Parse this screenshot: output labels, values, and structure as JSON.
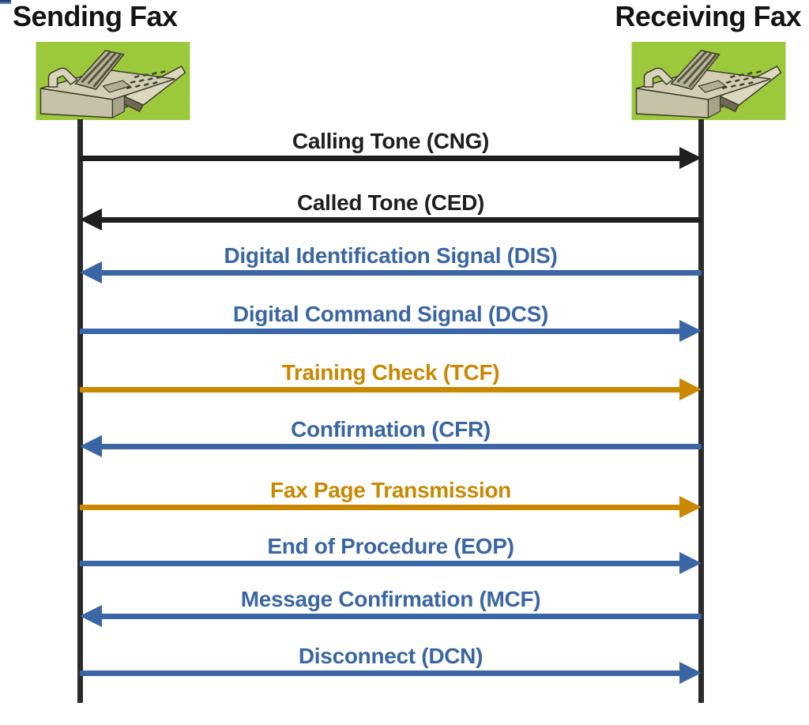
{
  "colors": {
    "black": "#1f1f1f",
    "blue": "#3A66A5",
    "orange": "#C98800",
    "lifeline": "#2b2b2b",
    "fax_bg_green": "#9CC83C"
  },
  "corner_artifact": {
    "top_color": "#253E66",
    "bottom_color": "#4E7BBE"
  },
  "actors": [
    {
      "id": "sender",
      "label": "Sending Fax",
      "icon": "fax-machine-icon"
    },
    {
      "id": "receiver",
      "label": "Receiving Fax",
      "icon": "fax-machine-icon"
    }
  ],
  "messages": [
    {
      "label": "Calling Tone (CNG)",
      "from": "sender",
      "to": "receiver",
      "direction": "right",
      "color": "black"
    },
    {
      "label": "Called Tone (CED)",
      "from": "receiver",
      "to": "sender",
      "direction": "left",
      "color": "black"
    },
    {
      "label": "Digital Identification Signal (DIS)",
      "from": "receiver",
      "to": "sender",
      "direction": "left",
      "color": "blue"
    },
    {
      "label": "Digital Command Signal (DCS)",
      "from": "sender",
      "to": "receiver",
      "direction": "right",
      "color": "blue"
    },
    {
      "label": "Training Check (TCF)",
      "from": "sender",
      "to": "receiver",
      "direction": "right",
      "color": "orange"
    },
    {
      "label": "Confirmation (CFR)",
      "from": "receiver",
      "to": "sender",
      "direction": "left",
      "color": "blue"
    },
    {
      "label": "Fax Page Transmission",
      "from": "sender",
      "to": "receiver",
      "direction": "right",
      "color": "orange"
    },
    {
      "label": "End of Procedure (EOP)",
      "from": "sender",
      "to": "receiver",
      "direction": "right",
      "color": "blue"
    },
    {
      "label": "Message Confirmation (MCF)",
      "from": "receiver",
      "to": "sender",
      "direction": "left",
      "color": "blue"
    },
    {
      "label": "Disconnect (DCN)",
      "from": "sender",
      "to": "receiver",
      "direction": "right",
      "color": "blue"
    }
  ]
}
